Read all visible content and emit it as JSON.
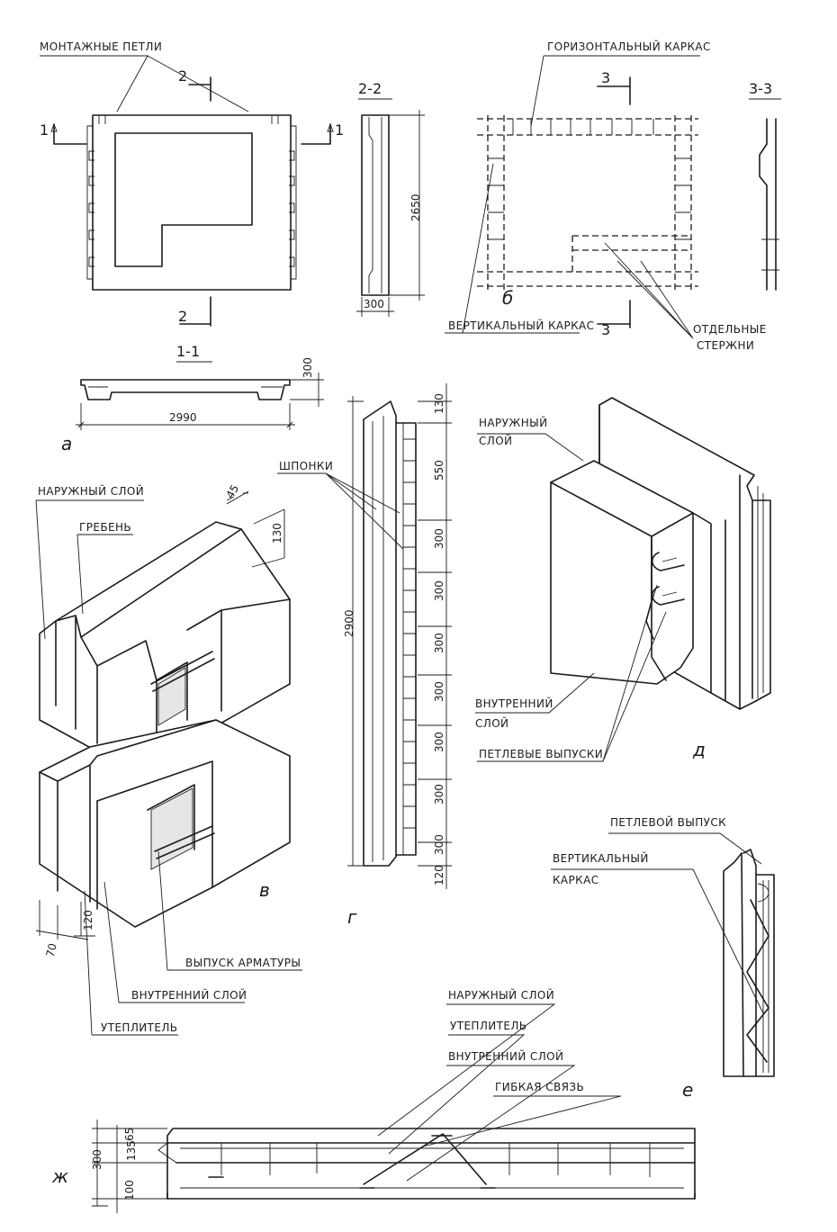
{
  "sheet": {
    "fragment_letters": {
      "a": "а",
      "b": "б",
      "v": "в",
      "g": "г",
      "d": "д",
      "e": "е",
      "zh": "ж"
    },
    "panel_view": {
      "mounting_loops": "МОНТАЖНЫЕ ПЕТЛИ",
      "sec1": "1",
      "sec2": "2"
    },
    "section_1_1": {
      "title": "1-1",
      "thickness": "300",
      "width": "2990"
    },
    "section_2_2": {
      "title": "2-2",
      "thickness": "300",
      "height": "2650"
    },
    "frame_view": {
      "horizontal_frame": "ГОРИЗОНТАЛЬНЫЙ КАРКАС",
      "vertical_frame": "ВЕРТИКАЛЬНЫЙ КАРКАС",
      "separate_bars_1": "ОТДЕЛЬНЫЕ",
      "separate_bars_2": "СТЕРЖНИ",
      "sec3": "3"
    },
    "section_3_3": {
      "title": "3-3"
    },
    "joint_v": {
      "outer_layer": "НАРУЖНЫЙ СЛОЙ",
      "ridge": "ГРЕБЕНЬ",
      "dim_45": "45",
      "dim_130": "130",
      "dim_70": "70",
      "dim_120": "120",
      "rebar_outlet": "ВЫПУСК АРМАТУРЫ",
      "inner_layer": "ВНУТРЕННИЙ СЛОЙ",
      "insulation": "УТЕПЛИТЕЛЬ"
    },
    "section_g": {
      "keys": "ШПОНКИ",
      "total": "2900",
      "dims": [
        "130",
        "550",
        "300",
        "300",
        "300",
        "300",
        "300",
        "300",
        "300",
        "120"
      ]
    },
    "joint_d": {
      "outer_layer_1": "НАРУЖНЫЙ",
      "outer_layer_2": "СЛОЙ",
      "inner_layer_1": "ВНУТРЕННИЙ",
      "inner_layer_2": "СЛОЙ",
      "loop_outlets": "ПЕТЛЕВЫЕ ВЫПУСКИ"
    },
    "section_e": {
      "loop_outlet": "ПЕТЛЕВОЙ ВЫПУСК",
      "vertical_frame_1": "ВЕРТИКАЛЬНЫЙ",
      "vertical_frame_2": "КАРКАС"
    },
    "section_zh": {
      "outer_layer": "НАРУЖНЫЙ СЛОЙ",
      "insulation": "УТЕПЛИТЕЛЬ",
      "inner_layer": "ВНУТРЕННИЙ СЛОЙ",
      "flexible_tie": "ГИБКАЯ СВЯЗЬ",
      "dim_65": "65",
      "dim_135": "135",
      "dim_100": "100",
      "dim_300": "300"
    }
  }
}
